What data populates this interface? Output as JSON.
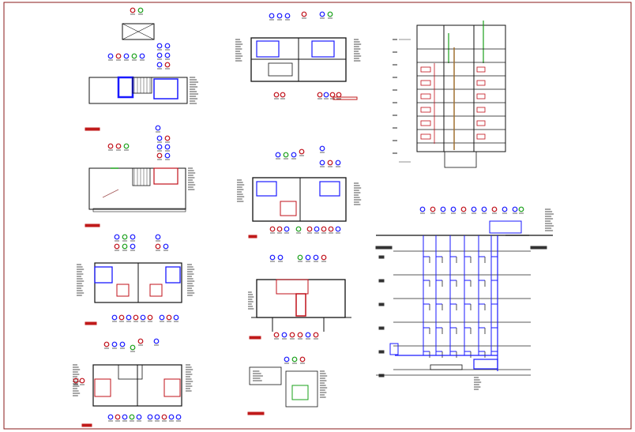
{
  "sheet": {
    "description_visible_text": "",
    "colors": {
      "border": "#8a1a1a",
      "wall": "#111111",
      "blue": "#1a1aff",
      "red": "#c0101a",
      "green": "#1aa01a",
      "stamp": "#c01a1a"
    },
    "icons": [
      "floor-plan-drawing",
      "section-drawing",
      "riser-diagram"
    ]
  }
}
